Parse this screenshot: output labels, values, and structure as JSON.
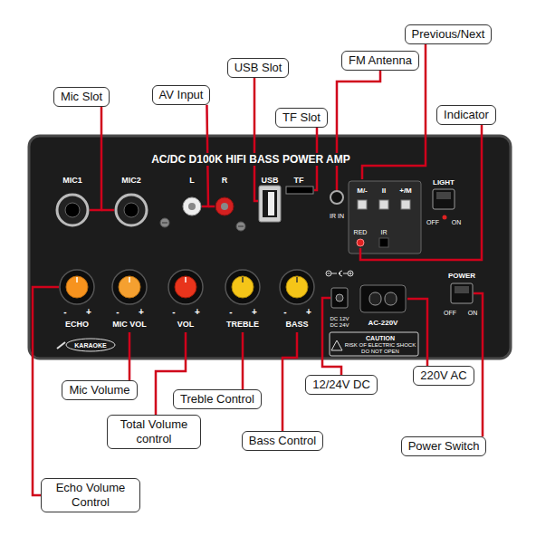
{
  "diagram": {
    "nodes": [
      {
        "text": [
          "Mic Slot"
        ]
      },
      {
        "text": [
          "AV Input"
        ]
      },
      {
        "text": [
          "USB Slot"
        ]
      },
      {
        "text": [
          "TF Slot"
        ]
      },
      {
        "text": [
          "FM Antenna"
        ]
      },
      {
        "text": [
          "Previous/Next"
        ]
      },
      {
        "text": [
          "Indicator"
        ]
      },
      {
        "text": [
          "Mic Volume"
        ]
      },
      {
        "text": [
          "Treble Control"
        ]
      },
      {
        "text": [
          "Total Volume control"
        ]
      },
      {
        "text": [
          "Bass Control"
        ]
      },
      {
        "text": [
          "12/24V DC"
        ]
      },
      {
        "text": [
          "220V AC"
        ]
      },
      {
        "text": [
          "Power Switch"
        ]
      },
      {
        "text": [
          "Echo Volume Control"
        ]
      }
    ],
    "labels": [
      "AC/DC D100K HIFI BASS POWER AMP",
      "MIC1",
      "MIC2",
      "L",
      "R",
      "USB",
      "TF",
      "IR IN",
      "M/-",
      "II",
      "+/M",
      "RED",
      "IR",
      "LIGHT",
      "OFF",
      "ON",
      "POWER",
      "OFF",
      "ON",
      "ECHO",
      "MIC VOL",
      "VOL",
      "TREBLE",
      "BASS",
      "-",
      "+",
      "-",
      "+",
      "-",
      "+",
      "-",
      "+",
      "-",
      "+",
      "DC 12V",
      "DC 24V",
      "AC-220V",
      "CAUTION",
      "RISK OF ELECTRIC SHOCK",
      "DO NOT OPEN",
      "KARAOKE"
    ]
  }
}
